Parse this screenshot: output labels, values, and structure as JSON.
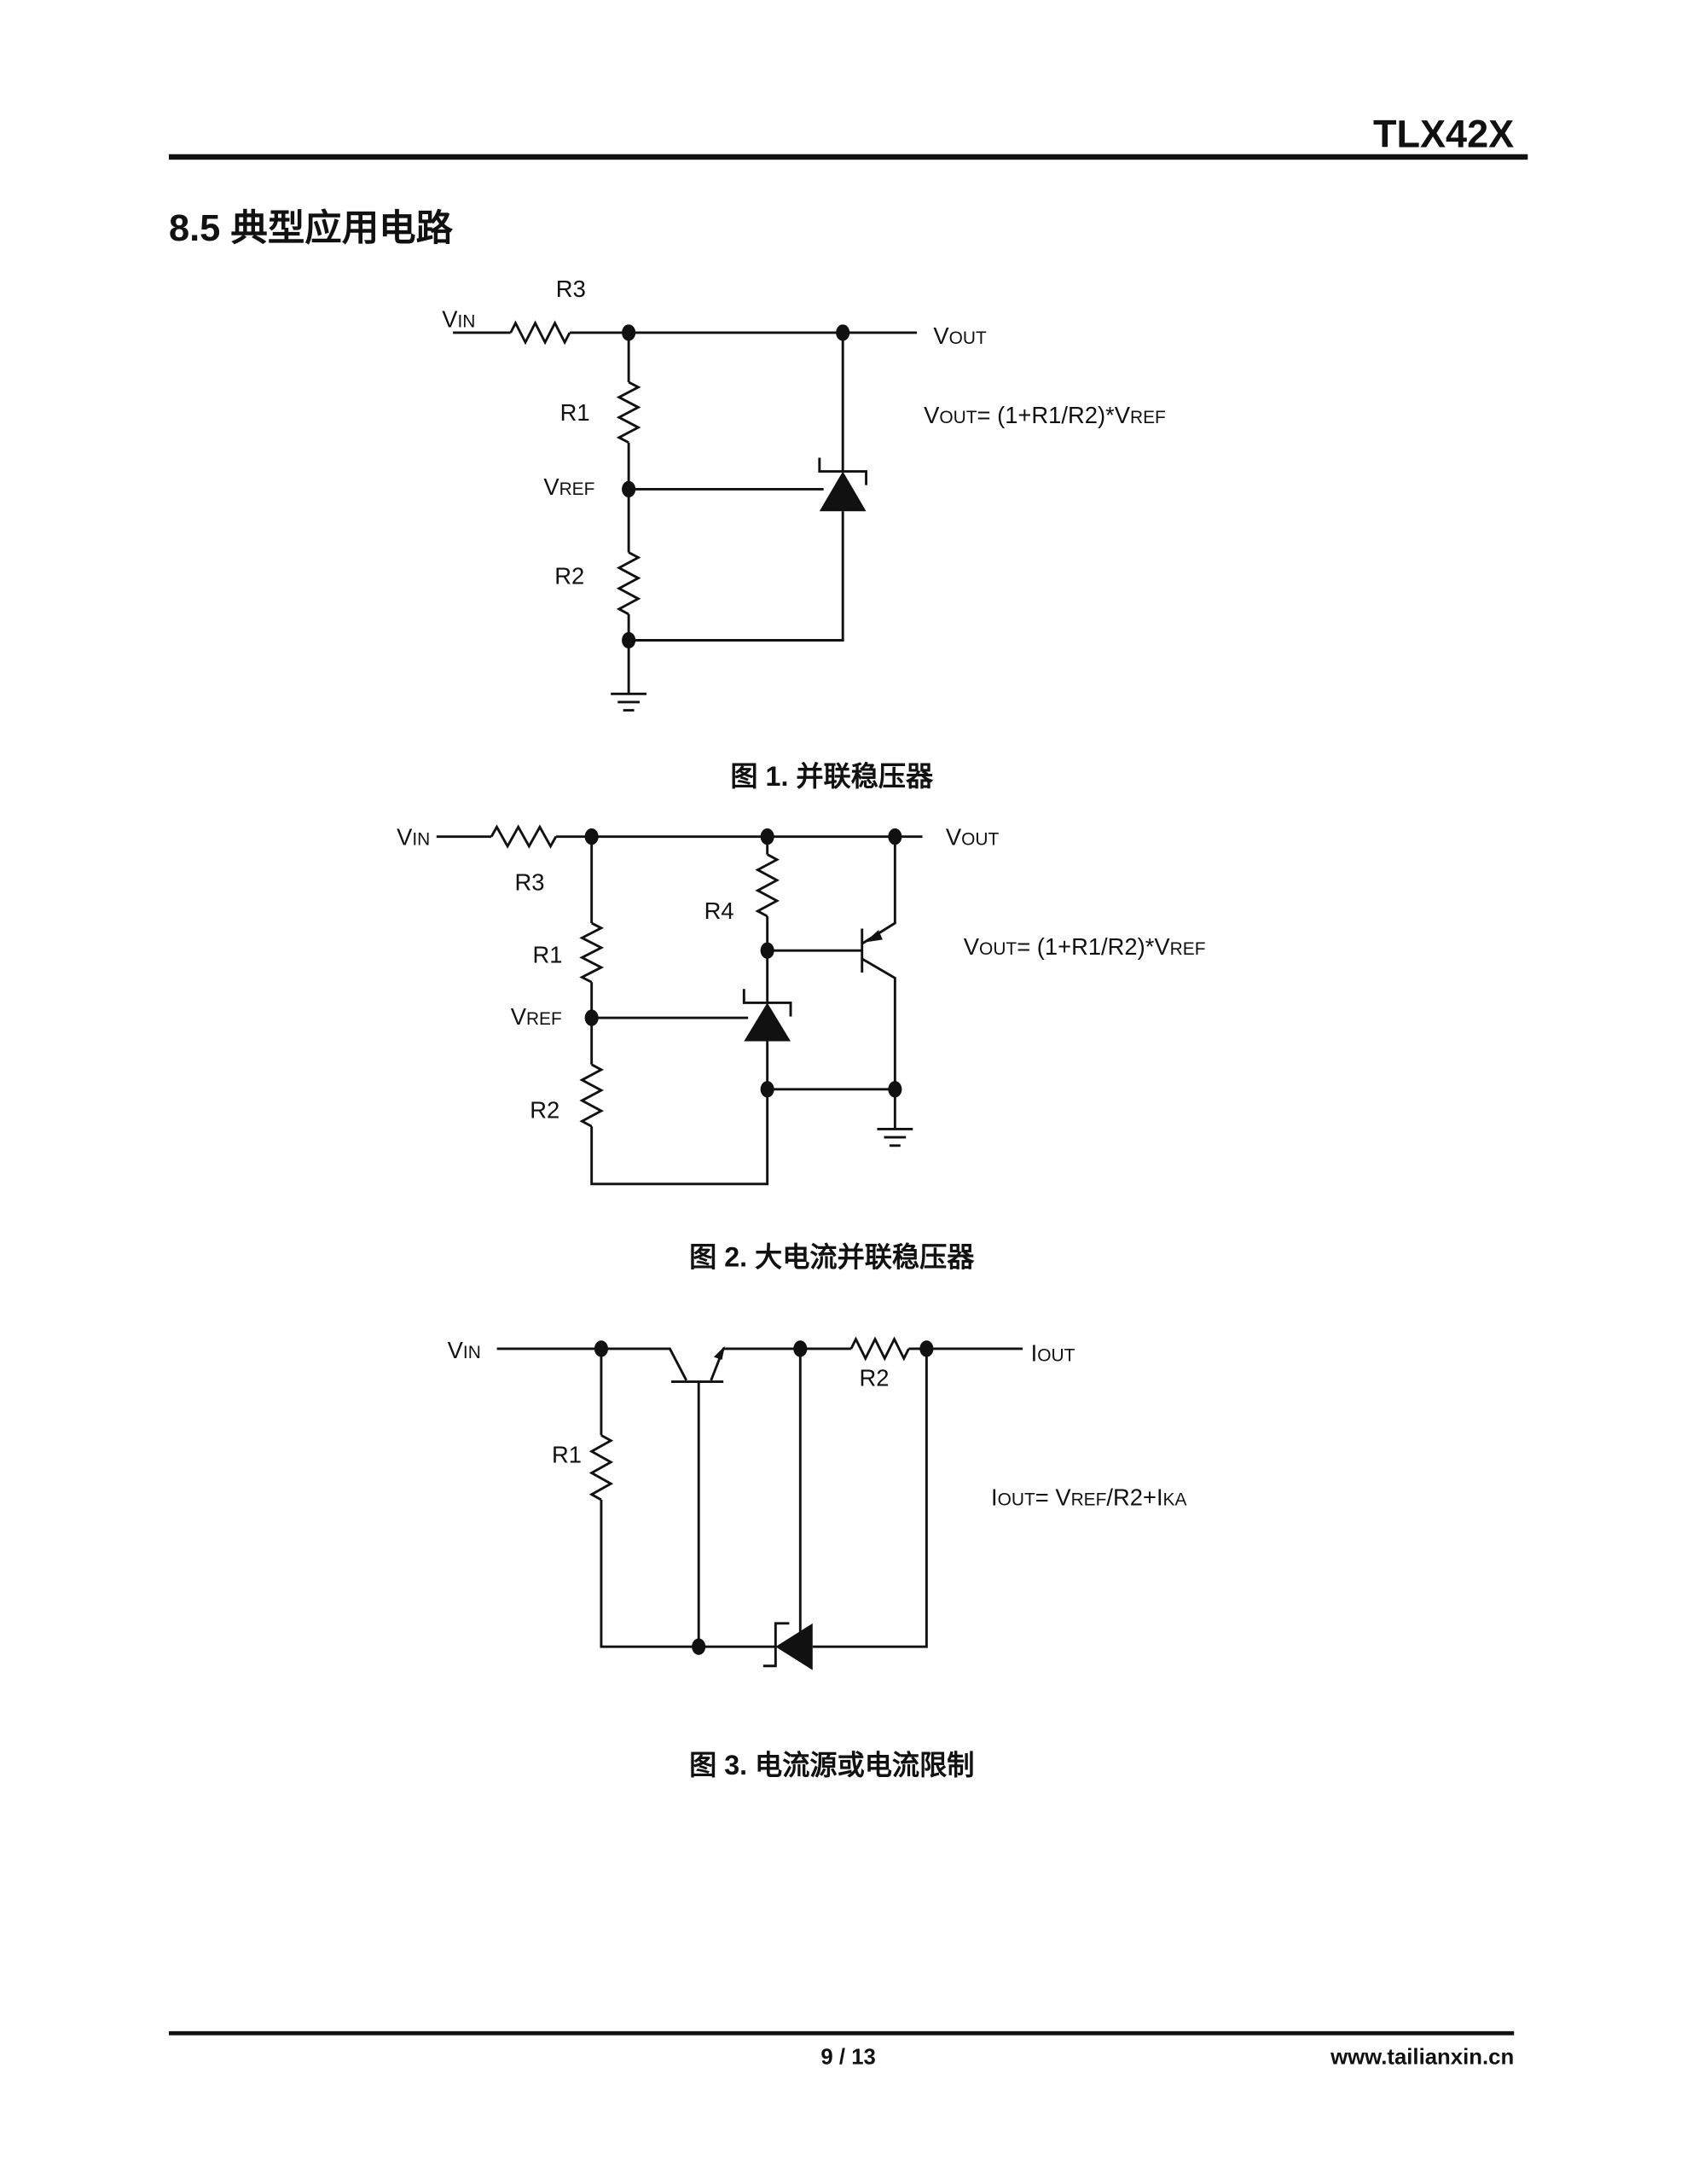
{
  "header": {
    "doc_id": "TLX42X"
  },
  "section": {
    "title": "8.5 典型应用电路"
  },
  "figures": [
    {
      "caption": "图 1. 并联稳压器",
      "labels": {
        "vin_main": "V",
        "vin_sub": "IN",
        "vout_main": "V",
        "vout_sub": "OUT",
        "r3": "R3",
        "r1": "R1",
        "r2": "R2",
        "vref_main": "V",
        "vref_sub": "REF"
      },
      "formula": {
        "p1": "V",
        "p2": "OUT",
        "p3": "= (1+R1/R2)*V",
        "p4": "REF"
      }
    },
    {
      "caption": "图 2. 大电流并联稳压器",
      "labels": {
        "vin_main": "V",
        "vin_sub": "IN",
        "vout_main": "V",
        "vout_sub": "OUT",
        "r3": "R3",
        "r4": "R4",
        "r1": "R1",
        "r2": "R2",
        "vref_main": "V",
        "vref_sub": "REF"
      },
      "formula": {
        "p1": "V",
        "p2": "OUT",
        "p3": "= (1+R1/R2)*V",
        "p4": "REF"
      }
    },
    {
      "caption": "图 3. 电流源或电流限制",
      "labels": {
        "vin_main": "V",
        "vin_sub": "IN",
        "iout_main": "I",
        "iout_sub": "OUT",
        "r1": "R1",
        "r2": "R2"
      },
      "formula": {
        "p1": "I",
        "p2": "OUT",
        "p3": "= V",
        "p4": "REF",
        "p5": "/R2+I",
        "p6": "KA"
      }
    }
  ],
  "footer": {
    "page": "9 / 13",
    "website": "www.tailianxin.cn"
  }
}
